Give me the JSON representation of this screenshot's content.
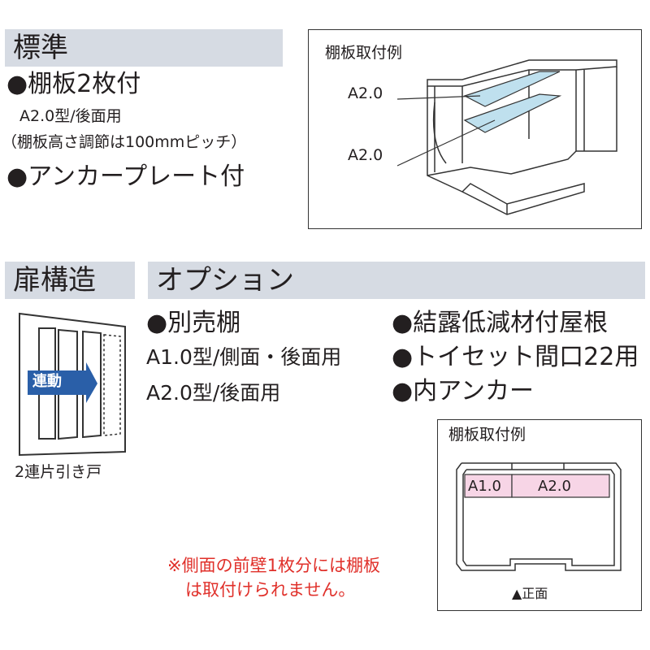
{
  "standard": {
    "title": "標準",
    "item1": "●棚板2枚付",
    "item1_sub1": "A2.0型/後面用",
    "item1_sub2": "（棚板高さ調節は100mmピッチ）",
    "item2": "●アンカープレート付"
  },
  "shelf_example_top": {
    "title": "棚板取付例",
    "label1": "A2.0",
    "label2": "A2.0"
  },
  "door": {
    "title": "扉構造",
    "badge": "連動",
    "caption": "2連片引き戸"
  },
  "options": {
    "title": "オプション",
    "left_item": "●別売棚",
    "left_sub1": "A1.0型/側面・後面用",
    "left_sub2": "A2.0型/後面用",
    "right1": "●結露低減材付屋根",
    "right2": "●トイセット間口22用",
    "right3": "●内アンカー"
  },
  "shelf_example_bottom": {
    "title": "棚板取付例",
    "label1": "A1.0",
    "label2": "A2.0",
    "front": "▲正面"
  },
  "note": {
    "line1": "※側面の前壁1枚分には棚板",
    "line2": "は取付けられません。"
  },
  "colors": {
    "header_bg": "#d6dbe3",
    "shelf_blue": "#bfe0ee",
    "shelf_pink": "#f7d5e6",
    "note_red": "#e0302a",
    "badge_blue": "#2a5fa8"
  }
}
